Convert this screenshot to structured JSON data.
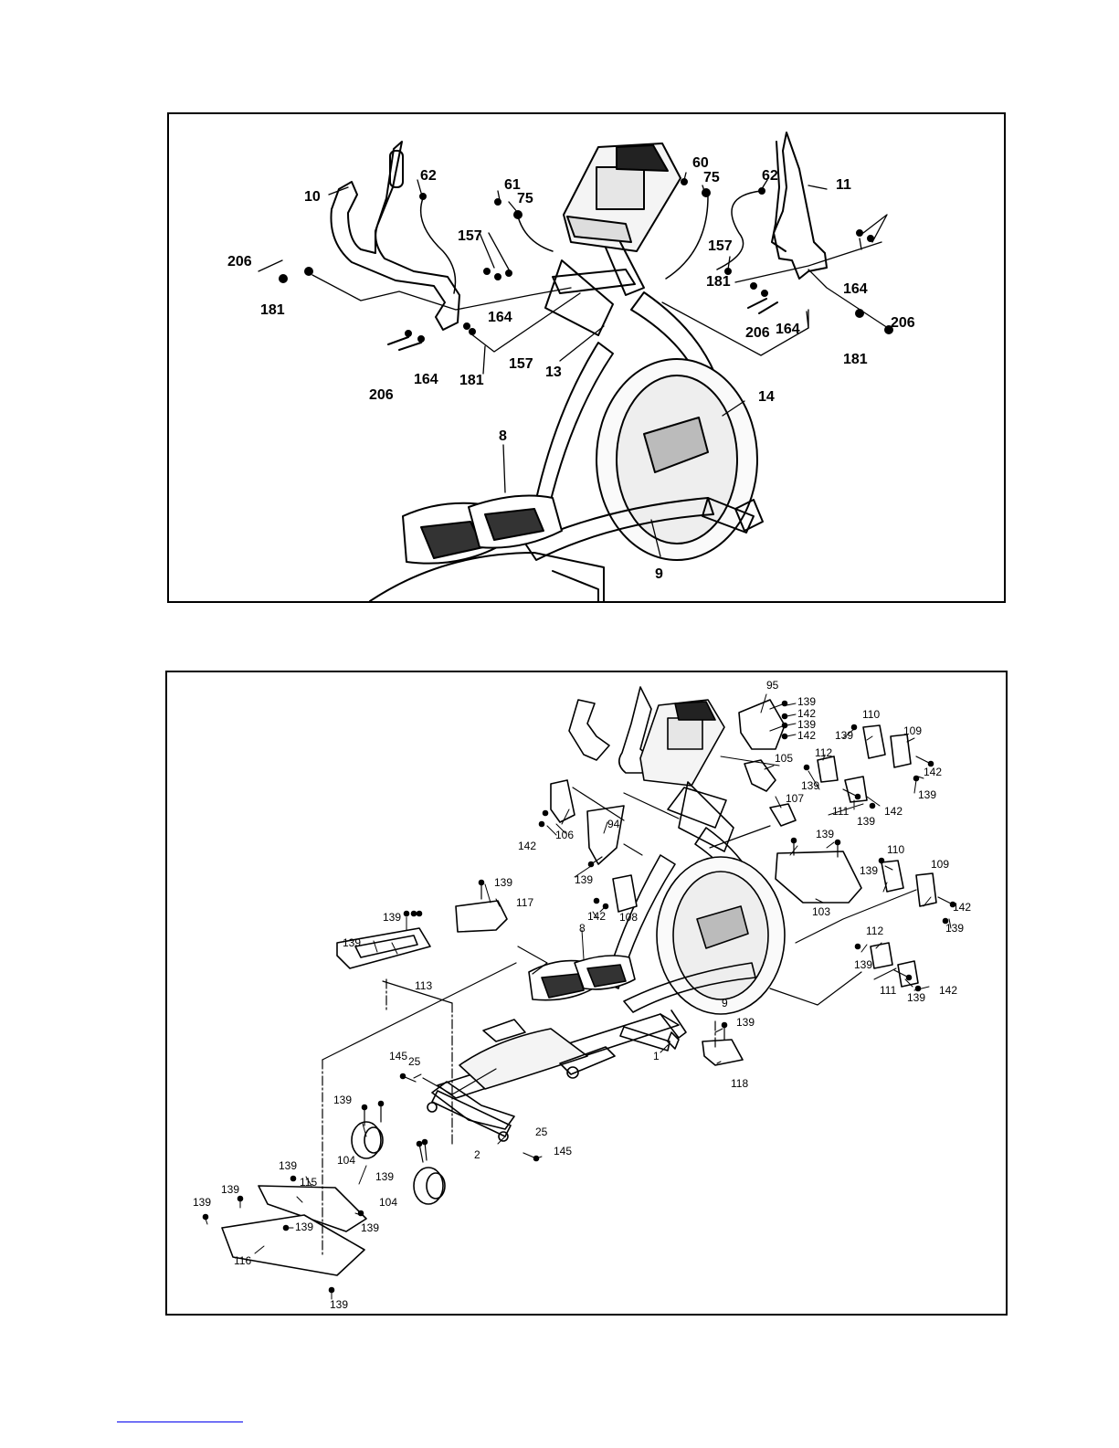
{
  "top_callouts": [
    {
      "id": "t10",
      "text": "10"
    },
    {
      "id": "t62a",
      "text": "62"
    },
    {
      "id": "t61",
      "text": "61"
    },
    {
      "id": "t75a",
      "text": "75"
    },
    {
      "id": "t60",
      "text": "60"
    },
    {
      "id": "t75b",
      "text": "75"
    },
    {
      "id": "t62b",
      "text": "62"
    },
    {
      "id": "t11",
      "text": "11"
    },
    {
      "id": "t157a",
      "text": "157"
    },
    {
      "id": "t157b",
      "text": "157"
    },
    {
      "id": "t206a",
      "text": "206"
    },
    {
      "id": "t181a",
      "text": "181"
    },
    {
      "id": "t164a",
      "text": "164"
    },
    {
      "id": "t157c",
      "text": "157"
    },
    {
      "id": "t164b",
      "text": "164"
    },
    {
      "id": "t181b",
      "text": "181"
    },
    {
      "id": "t206b",
      "text": "206"
    },
    {
      "id": "t13",
      "text": "13"
    },
    {
      "id": "t181c",
      "text": "181"
    },
    {
      "id": "t206c",
      "text": "206"
    },
    {
      "id": "t164c",
      "text": "164"
    },
    {
      "id": "t164d",
      "text": "164"
    },
    {
      "id": "t206d",
      "text": "206"
    },
    {
      "id": "t181d",
      "text": "181"
    },
    {
      "id": "t14",
      "text": "14"
    },
    {
      "id": "t8",
      "text": "8"
    },
    {
      "id": "t9",
      "text": "9"
    }
  ],
  "bottom_callouts": [
    {
      "id": "b95",
      "text": "95"
    },
    {
      "id": "b139a",
      "text": "139"
    },
    {
      "id": "b142a",
      "text": "142"
    },
    {
      "id": "b139b",
      "text": "139"
    },
    {
      "id": "b142b",
      "text": "142"
    },
    {
      "id": "b110a",
      "text": "110"
    },
    {
      "id": "b139c",
      "text": "139"
    },
    {
      "id": "b109a",
      "text": "109"
    },
    {
      "id": "b142c",
      "text": "142"
    },
    {
      "id": "b139d",
      "text": "139"
    },
    {
      "id": "b105",
      "text": "105"
    },
    {
      "id": "b112a",
      "text": "112"
    },
    {
      "id": "b139e",
      "text": "139"
    },
    {
      "id": "b111a",
      "text": "111"
    },
    {
      "id": "b139f",
      "text": "139"
    },
    {
      "id": "b142d",
      "text": "142"
    },
    {
      "id": "b107",
      "text": "107"
    },
    {
      "id": "b142e",
      "text": "142"
    },
    {
      "id": "b106",
      "text": "106"
    },
    {
      "id": "b94",
      "text": "94"
    },
    {
      "id": "b139g",
      "text": "139"
    },
    {
      "id": "b139h",
      "text": "139"
    },
    {
      "id": "b110b",
      "text": "110"
    },
    {
      "id": "b139i",
      "text": "139"
    },
    {
      "id": "b109b",
      "text": "109"
    },
    {
      "id": "b142f",
      "text": "142"
    },
    {
      "id": "b139j",
      "text": "139"
    },
    {
      "id": "b103",
      "text": "103"
    },
    {
      "id": "b139k",
      "text": "139"
    },
    {
      "id": "b117",
      "text": "117"
    },
    {
      "id": "b142g",
      "text": "142"
    },
    {
      "id": "b108",
      "text": "108"
    },
    {
      "id": "b139l",
      "text": "139"
    },
    {
      "id": "b139m",
      "text": "139"
    },
    {
      "id": "b8",
      "text": "8"
    },
    {
      "id": "b112b",
      "text": "112"
    },
    {
      "id": "b139n",
      "text": "139"
    },
    {
      "id": "b111b",
      "text": "111"
    },
    {
      "id": "b139o",
      "text": "139"
    },
    {
      "id": "b142h",
      "text": "142"
    },
    {
      "id": "b113",
      "text": "113"
    },
    {
      "id": "b9",
      "text": "9"
    },
    {
      "id": "b139p",
      "text": "139"
    },
    {
      "id": "b1",
      "text": "1"
    },
    {
      "id": "b118",
      "text": "118"
    },
    {
      "id": "b145a",
      "text": "145"
    },
    {
      "id": "b25a",
      "text": "25"
    },
    {
      "id": "b139q",
      "text": "139"
    },
    {
      "id": "b104a",
      "text": "104"
    },
    {
      "id": "b25b",
      "text": "25"
    },
    {
      "id": "b145b",
      "text": "145"
    },
    {
      "id": "b2",
      "text": "2"
    },
    {
      "id": "b139r",
      "text": "139"
    },
    {
      "id": "b104b",
      "text": "104"
    },
    {
      "id": "b139s",
      "text": "139"
    },
    {
      "id": "b115",
      "text": "115"
    },
    {
      "id": "b139t",
      "text": "139"
    },
    {
      "id": "b139u",
      "text": "139"
    },
    {
      "id": "b139v",
      "text": "139"
    },
    {
      "id": "b139w",
      "text": "139"
    },
    {
      "id": "b116",
      "text": "116"
    },
    {
      "id": "b139x",
      "text": "139"
    }
  ],
  "colors": {
    "line": "#000000",
    "background": "#ffffff",
    "link": "#0000ee"
  }
}
